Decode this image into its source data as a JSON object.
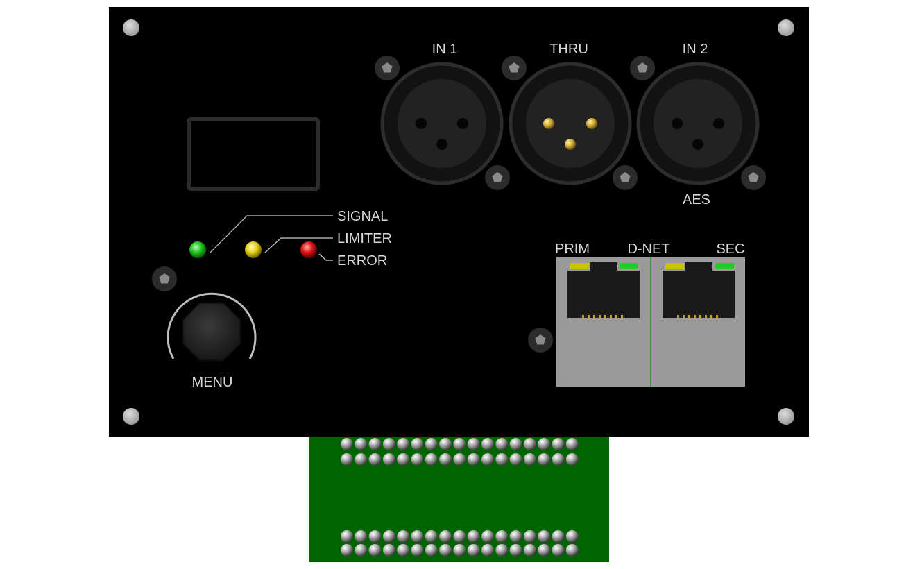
{
  "panel": {
    "connectors": [
      {
        "id": "in1",
        "label": "IN 1",
        "gender": "female"
      },
      {
        "id": "thru",
        "label": "THRU",
        "gender": "male"
      },
      {
        "id": "in2",
        "label": "IN 2",
        "gender": "female"
      }
    ],
    "aes_label": "AES",
    "leds": [
      {
        "id": "signal",
        "label": "SIGNAL",
        "color": "#22c422"
      },
      {
        "id": "limiter",
        "label": "LIMITER",
        "color": "#e6d21a"
      },
      {
        "id": "error",
        "label": "ERROR",
        "color": "#e01414"
      }
    ],
    "menu_label": "MENU",
    "network": {
      "prim_label": "PRIM",
      "dnet_label": "D-NET",
      "sec_label": "SEC"
    }
  },
  "colors": {
    "panel": "#000000",
    "pcb": "#006400",
    "rj45_housing": "#9a9a9a",
    "led_yellow": "#c8c400",
    "led_green": "#22cc22"
  },
  "icons": [
    "screw-icon",
    "xlr-female-icon",
    "xlr-male-icon",
    "rj45-port-icon",
    "rotary-knob-icon",
    "led-icon"
  ]
}
